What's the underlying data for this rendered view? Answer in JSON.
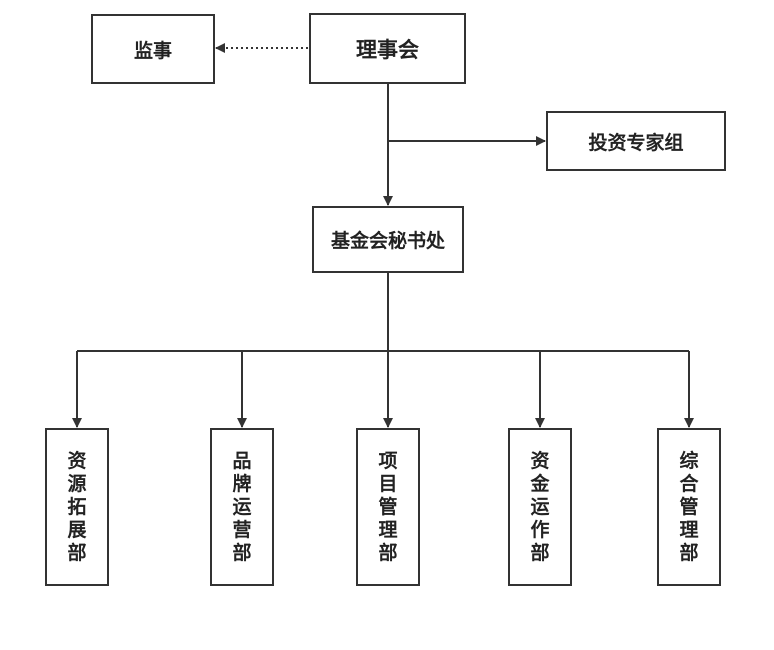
{
  "nodes": {
    "supervisor": "监事",
    "council": "理事会",
    "expert_group": "投资专家组",
    "secretariat": "基金会秘书处",
    "departments": [
      {
        "label": "资源拓展部"
      },
      {
        "label": "品牌运营部"
      },
      {
        "label": "项目管理部"
      },
      {
        "label": "资金运作部"
      },
      {
        "label": "综合管理部"
      }
    ]
  },
  "colors": {
    "line": "#333333",
    "box_border": "#333333"
  }
}
